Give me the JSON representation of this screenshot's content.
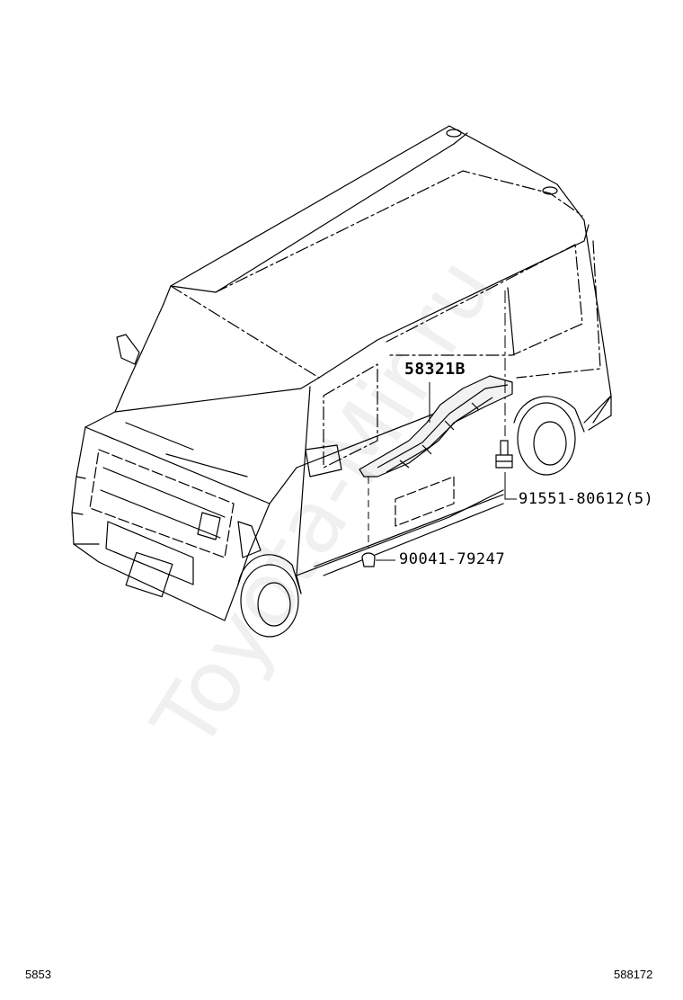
{
  "parts": {
    "trim_panel": "58321B",
    "bolt": "91551-80612(5)",
    "clip": "90041-79247"
  },
  "footer": {
    "left_code": "5853",
    "right_code": "588172"
  },
  "watermark": "Toyota-Mir.ru",
  "colors": {
    "line": "#000000",
    "watermark": "#ececec"
  }
}
